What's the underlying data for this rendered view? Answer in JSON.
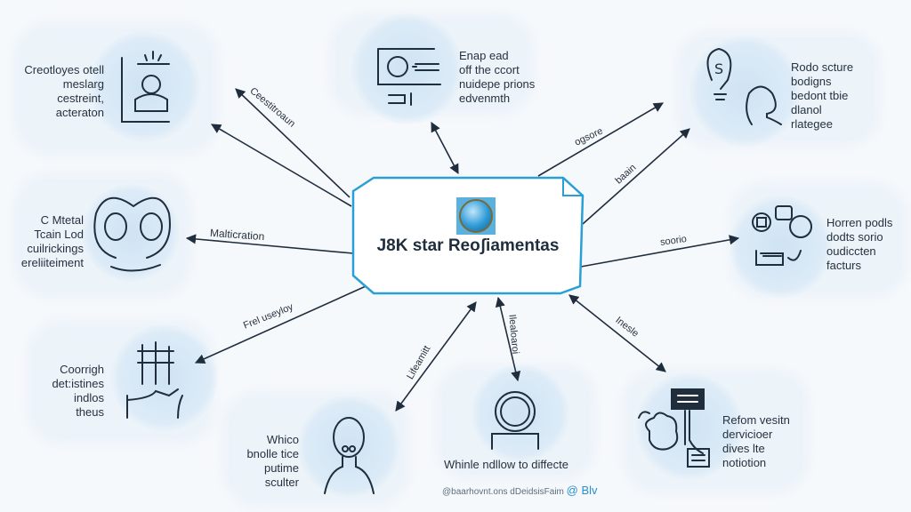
{
  "center": {
    "title": "J8K star Reoʃiamentas",
    "logo_icon": "globe-badge-icon"
  },
  "nodes": [
    {
      "id": "top-left",
      "icon": "person-chart-icon",
      "lines": [
        "Creotloyes otell",
        "meslarg",
        "cestreint,",
        "acteraton"
      ]
    },
    {
      "id": "mid-left",
      "icon": "faces-heart-icon",
      "lines": [
        "C  Mtetal",
        "Tcain Lod",
        "cuilrickings",
        "ereliiteiment"
      ]
    },
    {
      "id": "bottom-left",
      "icon": "grid-graph-icon",
      "lines": [
        "Coorrigh",
        "det:istines",
        "indlos",
        "theus"
      ]
    },
    {
      "id": "bottom",
      "icon": "person-icon",
      "lines": [
        "Whico",
        "bnolle tice",
        "putime",
        "sculter"
      ]
    },
    {
      "id": "top-center",
      "icon": "id-card-icon",
      "lines": [
        "Enap ead",
        "off the ccort",
        "nuidepe prions",
        "edvenmth"
      ]
    },
    {
      "id": "top-right",
      "icon": "lightbulb-head-icon",
      "lines": [
        "Rodo scture",
        "bodigns",
        "bedont tbie",
        "dlanol",
        "rlategee"
      ]
    },
    {
      "id": "right",
      "icon": "devices-icon",
      "lines": [
        "Horren podls",
        "dodts sorio",
        "oudiccten",
        "facturs"
      ]
    },
    {
      "id": "bottom-center",
      "icon": "webcam-icon",
      "lines": [
        "Whinle ndllow to diffecte"
      ]
    },
    {
      "id": "bottom-right",
      "icon": "monitor-tree-icon",
      "lines": [
        "Refom vesitn",
        "dervicioer",
        "dives lte",
        "notiotion"
      ]
    }
  ],
  "edge_labels": {
    "top_left": "Ceestitroaun",
    "mid_left": "Malticration",
    "bottom_left": "Frel useyloy",
    "bottom": "Lifeamitt",
    "bottom_center": "Ilealoaroi",
    "bottom_right": "Inesle",
    "right": "soorio",
    "top_right_lower": "baain",
    "top_right_upper": "ogsore"
  },
  "footer": {
    "text": "@baarhovnt.ons dDeidsisFaim",
    "brand": "@ Blv"
  },
  "colors": {
    "accent": "#2a9fd6",
    "ink": "#1f2d3d",
    "halo": "#d6e8f5",
    "background": "#f6f9fc"
  }
}
